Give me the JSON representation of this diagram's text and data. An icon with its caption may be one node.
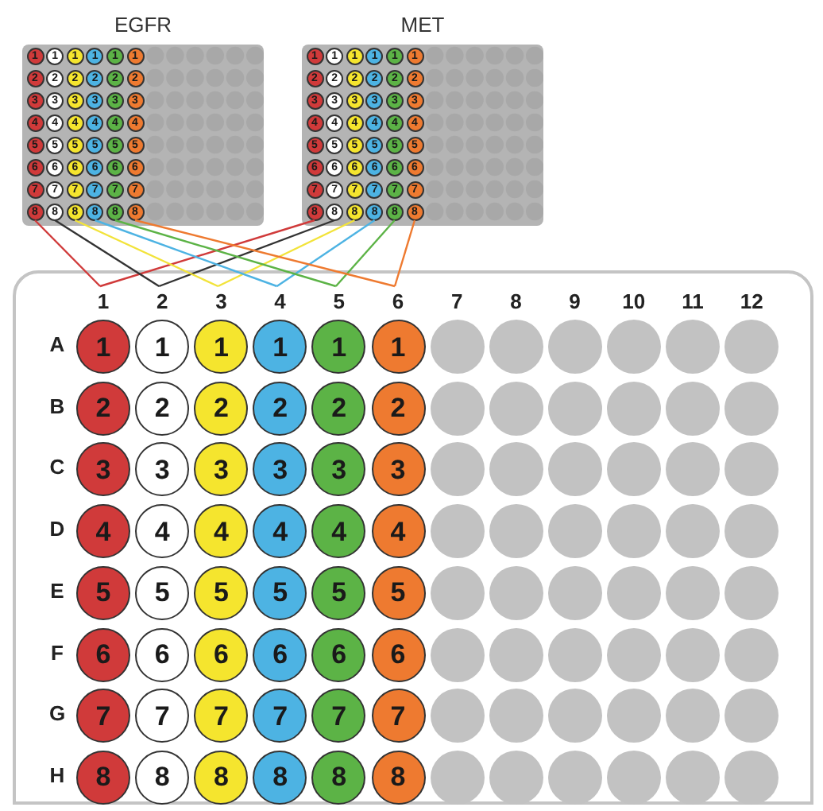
{
  "diagram": {
    "nodes": [
      {
        "text": [
          "EGFR"
        ]
      },
      {
        "text": [
          "1"
        ],
        "in": 0
      },
      {
        "text": [
          "1"
        ],
        "in": 0
      },
      {
        "text": [
          "1"
        ],
        "in": 0
      },
      {
        "text": [
          "1"
        ],
        "in": 0
      },
      {
        "text": [
          "1"
        ],
        "in": 0
      },
      {
        "text": [
          "1"
        ],
        "in": 0
      },
      {
        "text": [
          "2"
        ],
        "in": 0
      },
      {
        "text": [
          "2"
        ],
        "in": 0
      },
      {
        "text": [
          "2"
        ],
        "in": 0
      },
      {
        "text": [
          "2"
        ],
        "in": 0
      },
      {
        "text": [
          "2"
        ],
        "in": 0
      },
      {
        "text": [
          "2"
        ],
        "in": 0
      },
      {
        "text": [
          "3"
        ],
        "in": 0
      },
      {
        "text": [
          "3"
        ],
        "in": 0
      },
      {
        "text": [
          "3"
        ],
        "in": 0
      },
      {
        "text": [
          "3"
        ],
        "in": 0
      },
      {
        "text": [
          "3"
        ],
        "in": 0
      },
      {
        "text": [
          "3"
        ],
        "in": 0
      },
      {
        "text": [
          "4"
        ],
        "in": 0
      },
      {
        "text": [
          "4"
        ],
        "in": 0
      },
      {
        "text": [
          "4"
        ],
        "in": 0
      },
      {
        "text": [
          "4"
        ],
        "in": 0
      },
      {
        "text": [
          "4"
        ],
        "in": 0
      },
      {
        "text": [
          "4"
        ],
        "in": 0
      },
      {
        "text": [
          "5"
        ],
        "in": 0
      },
      {
        "text": [
          "5"
        ],
        "in": 0
      },
      {
        "text": [
          "5"
        ],
        "in": 0
      },
      {
        "text": [
          "5"
        ],
        "in": 0
      },
      {
        "text": [
          "5"
        ],
        "in": 0
      },
      {
        "text": [
          "5"
        ],
        "in": 0
      },
      {
        "text": [
          "6"
        ],
        "in": 0
      },
      {
        "text": [
          "6"
        ],
        "in": 0
      },
      {
        "text": [
          "6"
        ],
        "in": 0
      },
      {
        "text": [
          "6"
        ],
        "in": 0
      },
      {
        "text": [
          "6"
        ],
        "in": 0
      },
      {
        "text": [
          "6"
        ],
        "in": 0
      },
      {
        "text": [
          "7"
        ],
        "in": 0
      },
      {
        "text": [
          "7"
        ],
        "in": 0
      },
      {
        "text": [
          "7"
        ],
        "in": 0
      },
      {
        "text": [
          "7"
        ],
        "in": 0
      },
      {
        "text": [
          "7"
        ],
        "in": 0
      },
      {
        "text": [
          "7"
        ],
        "in": 0
      },
      {
        "text": [
          "8"
        ],
        "in": 0
      },
      {
        "text": [
          "8"
        ],
        "in": 0
      },
      {
        "text": [
          "8"
        ],
        "in": 0
      },
      {
        "text": [
          "8"
        ],
        "in": 0
      },
      {
        "text": [
          "8"
        ],
        "in": 0
      },
      {
        "text": [
          "8"
        ],
        "in": 0
      },
      {
        "text": [
          "MET"
        ]
      },
      {
        "text": [
          "1"
        ],
        "in": 49
      },
      {
        "text": [
          "1"
        ],
        "in": 49
      },
      {
        "text": [
          "1"
        ],
        "in": 49
      },
      {
        "text": [
          "1"
        ],
        "in": 49
      },
      {
        "text": [
          "1"
        ],
        "in": 49
      },
      {
        "text": [
          "1"
        ],
        "in": 49
      },
      {
        "text": [
          "2"
        ],
        "in": 49
      },
      {
        "text": [
          "2"
        ],
        "in": 49
      },
      {
        "text": [
          "2"
        ],
        "in": 49
      },
      {
        "text": [
          "2"
        ],
        "in": 49
      },
      {
        "text": [
          "2"
        ],
        "in": 49
      },
      {
        "text": [
          "2"
        ],
        "in": 49
      },
      {
        "text": [
          "3"
        ],
        "in": 49
      },
      {
        "text": [
          "3"
        ],
        "in": 49
      },
      {
        "text": [
          "3"
        ],
        "in": 49
      },
      {
        "text": [
          "3"
        ],
        "in": 49
      },
      {
        "text": [
          "3"
        ],
        "in": 49
      },
      {
        "text": [
          "3"
        ],
        "in": 49
      },
      {
        "text": [
          "4"
        ],
        "in": 49
      },
      {
        "text": [
          "4"
        ],
        "in": 49
      },
      {
        "text": [
          "4"
        ],
        "in": 49
      },
      {
        "text": [
          "4"
        ],
        "in": 49
      },
      {
        "text": [
          "4"
        ],
        "in": 49
      },
      {
        "text": [
          "4"
        ],
        "in": 49
      },
      {
        "text": [
          "5"
        ],
        "in": 49
      },
      {
        "text": [
          "5"
        ],
        "in": 49
      },
      {
        "text": [
          "5"
        ],
        "in": 49
      },
      {
        "text": [
          "5"
        ],
        "in": 49
      },
      {
        "text": [
          "5"
        ],
        "in": 49
      },
      {
        "text": [
          "5"
        ],
        "in": 49
      },
      {
        "text": [
          "6"
        ],
        "in": 49
      },
      {
        "text": [
          "6"
        ],
        "in": 49
      },
      {
        "text": [
          "6"
        ],
        "in": 49
      },
      {
        "text": [
          "6"
        ],
        "in": 49
      },
      {
        "text": [
          "6"
        ],
        "in": 49
      },
      {
        "text": [
          "6"
        ],
        "in": 49
      },
      {
        "text": [
          "7"
        ],
        "in": 49
      },
      {
        "text": [
          "7"
        ],
        "in": 49
      },
      {
        "text": [
          "7"
        ],
        "in": 49
      },
      {
        "text": [
          "7"
        ],
        "in": 49
      },
      {
        "text": [
          "7"
        ],
        "in": 49
      },
      {
        "text": [
          "7"
        ],
        "in": 49
      },
      {
        "text": [
          "8"
        ],
        "in": 49
      },
      {
        "text": [
          "8"
        ],
        "in": 49
      },
      {
        "text": [
          "8"
        ],
        "in": 49
      },
      {
        "text": [
          "8"
        ],
        "in": 49
      },
      {
        "text": [
          "8"
        ],
        "in": 49
      },
      {
        "text": [
          "8"
        ],
        "in": 49
      },
      {
        "text": [],
        "shape": "box"
      },
      {
        "text": [
          "1"
        ],
        "in": 98
      },
      {
        "text": [
          "2"
        ],
        "in": 98
      },
      {
        "text": [
          "3"
        ],
        "in": 98
      },
      {
        "text": [
          "4"
        ],
        "in": 98
      },
      {
        "text": [
          "5"
        ],
        "in": 98
      },
      {
        "text": [
          "6"
        ],
        "in": 98
      },
      {
        "text": [
          "7"
        ],
        "in": 98
      },
      {
        "text": [
          "8"
        ],
        "in": 98
      },
      {
        "text": [
          "9"
        ],
        "in": 98
      },
      {
        "text": [
          "10"
        ],
        "in": 98
      },
      {
        "text": [
          "11"
        ],
        "in": 98
      },
      {
        "text": [
          "12"
        ],
        "in": 98
      },
      {
        "text": [
          "1"
        ],
        "in": 98
      },
      {
        "text": [
          "1"
        ],
        "in": 98
      },
      {
        "text": [
          "1"
        ],
        "in": 98
      },
      {
        "text": [
          "1"
        ],
        "in": 98
      },
      {
        "text": [
          "1"
        ],
        "in": 98
      },
      {
        "text": [
          "1"
        ],
        "in": 98
      },
      {
        "text": [],
        "shape": "circle",
        "in": 98
      },
      {
        "text": [],
        "shape": "circle",
        "in": 98
      },
      {
        "text": [],
        "shape": "circle",
        "in": 98
      },
      {
        "text": [],
        "shape": "circle",
        "in": 98
      },
      {
        "text": [],
        "shape": "circle",
        "in": 98
      },
      {
        "text": [],
        "shape": "circle",
        "in": 98
      },
      {
        "text": [
          "2"
        ],
        "in": 98
      },
      {
        "text": [
          "2"
        ],
        "in": 98
      },
      {
        "text": [
          "2"
        ],
        "in": 98
      },
      {
        "text": [
          "2"
        ],
        "in": 98
      },
      {
        "text": [
          "2"
        ],
        "in": 98
      },
      {
        "text": [
          "2"
        ],
        "in": 98
      },
      {
        "text": [],
        "shape": "circle",
        "in": 98
      },
      {
        "text": [],
        "shape": "circle",
        "in": 98
      },
      {
        "text": [],
        "shape": "circle",
        "in": 98
      },
      {
        "text": [],
        "shape": "circle",
        "in": 98
      },
      {
        "text": [],
        "shape": "circle",
        "in": 98
      },
      {
        "text": [],
        "shape": "circle",
        "in": 98
      },
      {
        "text": [
          "3"
        ],
        "in": 98
      },
      {
        "text": [
          "3"
        ],
        "in": 98
      },
      {
        "text": [
          "3"
        ],
        "in": 98
      },
      {
        "text": [
          "3"
        ],
        "in": 98
      },
      {
        "text": [
          "3"
        ],
        "in": 98
      },
      {
        "text": [
          "3"
        ],
        "in": 98
      },
      {
        "text": [],
        "shape": "circle",
        "in": 98
      },
      {
        "text": [],
        "shape": "circle",
        "in": 98
      },
      {
        "text": [],
        "shape": "circle",
        "in": 98
      },
      {
        "text": [],
        "shape": "circle",
        "in": 98
      },
      {
        "text": [],
        "shape": "circle",
        "in": 98
      },
      {
        "text": [],
        "shape": "circle",
        "in": 98
      },
      {
        "text": [
          "4"
        ],
        "in": 98
      },
      {
        "text": [
          "4"
        ],
        "in": 98
      },
      {
        "text": [
          "4"
        ],
        "in": 98
      },
      {
        "text": [
          "4"
        ],
        "in": 98
      },
      {
        "text": [
          "4"
        ],
        "in": 98
      },
      {
        "text": [
          "4"
        ],
        "in": 98
      },
      {
        "text": [],
        "shape": "circle",
        "in": 98
      },
      {
        "text": [],
        "shape": "circle",
        "in": 98
      },
      {
        "text": [],
        "shape": "circle",
        "in": 98
      },
      {
        "text": [],
        "shape": "circle",
        "in": 98
      },
      {
        "text": [],
        "shape": "circle",
        "in": 98
      },
      {
        "text": [],
        "shape": "circle",
        "in": 98
      },
      {
        "text": [
          "5"
        ],
        "in": 98
      },
      {
        "text": [
          "5"
        ],
        "in": 98
      },
      {
        "text": [
          "5"
        ],
        "in": 98
      },
      {
        "text": [
          "5"
        ],
        "in": 98
      },
      {
        "text": [
          "5"
        ],
        "in": 98
      },
      {
        "text": [
          "5"
        ],
        "in": 98
      },
      {
        "text": [],
        "shape": "circle",
        "in": 98
      },
      {
        "text": [],
        "shape": "circle",
        "in": 98
      },
      {
        "text": [],
        "shape": "circle",
        "in": 98
      },
      {
        "text": [],
        "shape": "circle",
        "in": 98
      },
      {
        "text": [],
        "shape": "circle",
        "in": 98
      },
      {
        "text": [],
        "shape": "circle",
        "in": 98
      },
      {
        "text": [
          "6"
        ],
        "in": 98
      },
      {
        "text": [
          "6"
        ],
        "in": 98
      },
      {
        "text": [
          "6"
        ],
        "in": 98
      },
      {
        "text": [
          "6"
        ],
        "in": 98
      },
      {
        "text": [
          "6"
        ],
        "in": 98
      },
      {
        "text": [
          "6"
        ],
        "in": 98
      },
      {
        "text": [],
        "shape": "circle",
        "in": 98
      },
      {
        "text": [],
        "shape": "circle",
        "in": 98
      },
      {
        "text": [],
        "shape": "circle",
        "in": 98
      },
      {
        "text": [],
        "shape": "circle",
        "in": 98
      },
      {
        "text": [],
        "shape": "circle",
        "in": 98
      },
      {
        "text": [],
        "shape": "circle",
        "in": 98
      },
      {
        "text": [
          "7"
        ],
        "in": 98
      },
      {
        "text": [
          "7"
        ],
        "in": 98
      },
      {
        "text": [
          "7"
        ],
        "in": 98
      },
      {
        "text": [
          "7"
        ],
        "in": 98
      },
      {
        "text": [
          "7"
        ],
        "in": 98
      },
      {
        "text": [
          "7"
        ],
        "in": 98
      },
      {
        "text": [],
        "shape": "circle",
        "in": 98
      },
      {
        "text": [],
        "shape": "circle",
        "in": 98
      },
      {
        "text": [],
        "shape": "circle",
        "in": 98
      },
      {
        "text": [],
        "shape": "circle",
        "in": 98
      },
      {
        "text": [],
        "shape": "circle",
        "in": 98
      },
      {
        "text": [],
        "shape": "circle",
        "in": 98
      },
      {
        "text": [
          "8"
        ],
        "in": 98
      },
      {
        "text": [
          "8"
        ],
        "in": 98
      },
      {
        "text": [
          "8"
        ],
        "in": 98
      },
      {
        "text": [
          "8"
        ],
        "in": 98
      },
      {
        "text": [
          "8"
        ],
        "in": 98
      },
      {
        "text": [
          "8"
        ],
        "in": 98
      },
      {
        "text": [],
        "shape": "circle",
        "in": 98
      },
      {
        "text": [],
        "shape": "circle",
        "in": 98
      },
      {
        "text": [],
        "shape": "circle",
        "in": 98
      },
      {
        "text": [],
        "shape": "circle",
        "in": 98
      },
      {
        "text": [],
        "shape": "circle",
        "in": 98
      },
      {
        "text": [],
        "shape": "circle",
        "in": 98
      }
    ],
    "edges": [
      {
        "from": 43,
        "to": 99,
        "arrow": "none",
        "color": "#d03a3a"
      },
      {
        "from": 92,
        "to": 99,
        "arrow": "none",
        "color": "#d03a3a"
      },
      {
        "from": 44,
        "to": 100,
        "arrow": "none",
        "color": "#333333"
      },
      {
        "from": 93,
        "to": 100,
        "arrow": "none",
        "color": "#333333"
      },
      {
        "from": 45,
        "to": 101,
        "arrow": "none",
        "color": "#f2e33a"
      },
      {
        "from": 94,
        "to": 101,
        "arrow": "none",
        "color": "#f2e33a"
      },
      {
        "from": 46,
        "to": 102,
        "arrow": "none",
        "color": "#4db3e3"
      },
      {
        "from": 95,
        "to": 102,
        "arrow": "none",
        "color": "#4db3e3"
      },
      {
        "from": 47,
        "to": 103,
        "arrow": "none",
        "color": "#5cb346"
      },
      {
        "from": 96,
        "to": 103,
        "arrow": "none",
        "color": "#5cb346"
      },
      {
        "from": 48,
        "to": 104,
        "arrow": "none",
        "color": "#ee7a30"
      },
      {
        "from": 97,
        "to": 104,
        "arrow": "none",
        "color": "#ee7a30"
      }
    ],
    "labels": [
      "A",
      "B",
      "C",
      "D",
      "E",
      "F",
      "G",
      "H"
    ]
  }
}
